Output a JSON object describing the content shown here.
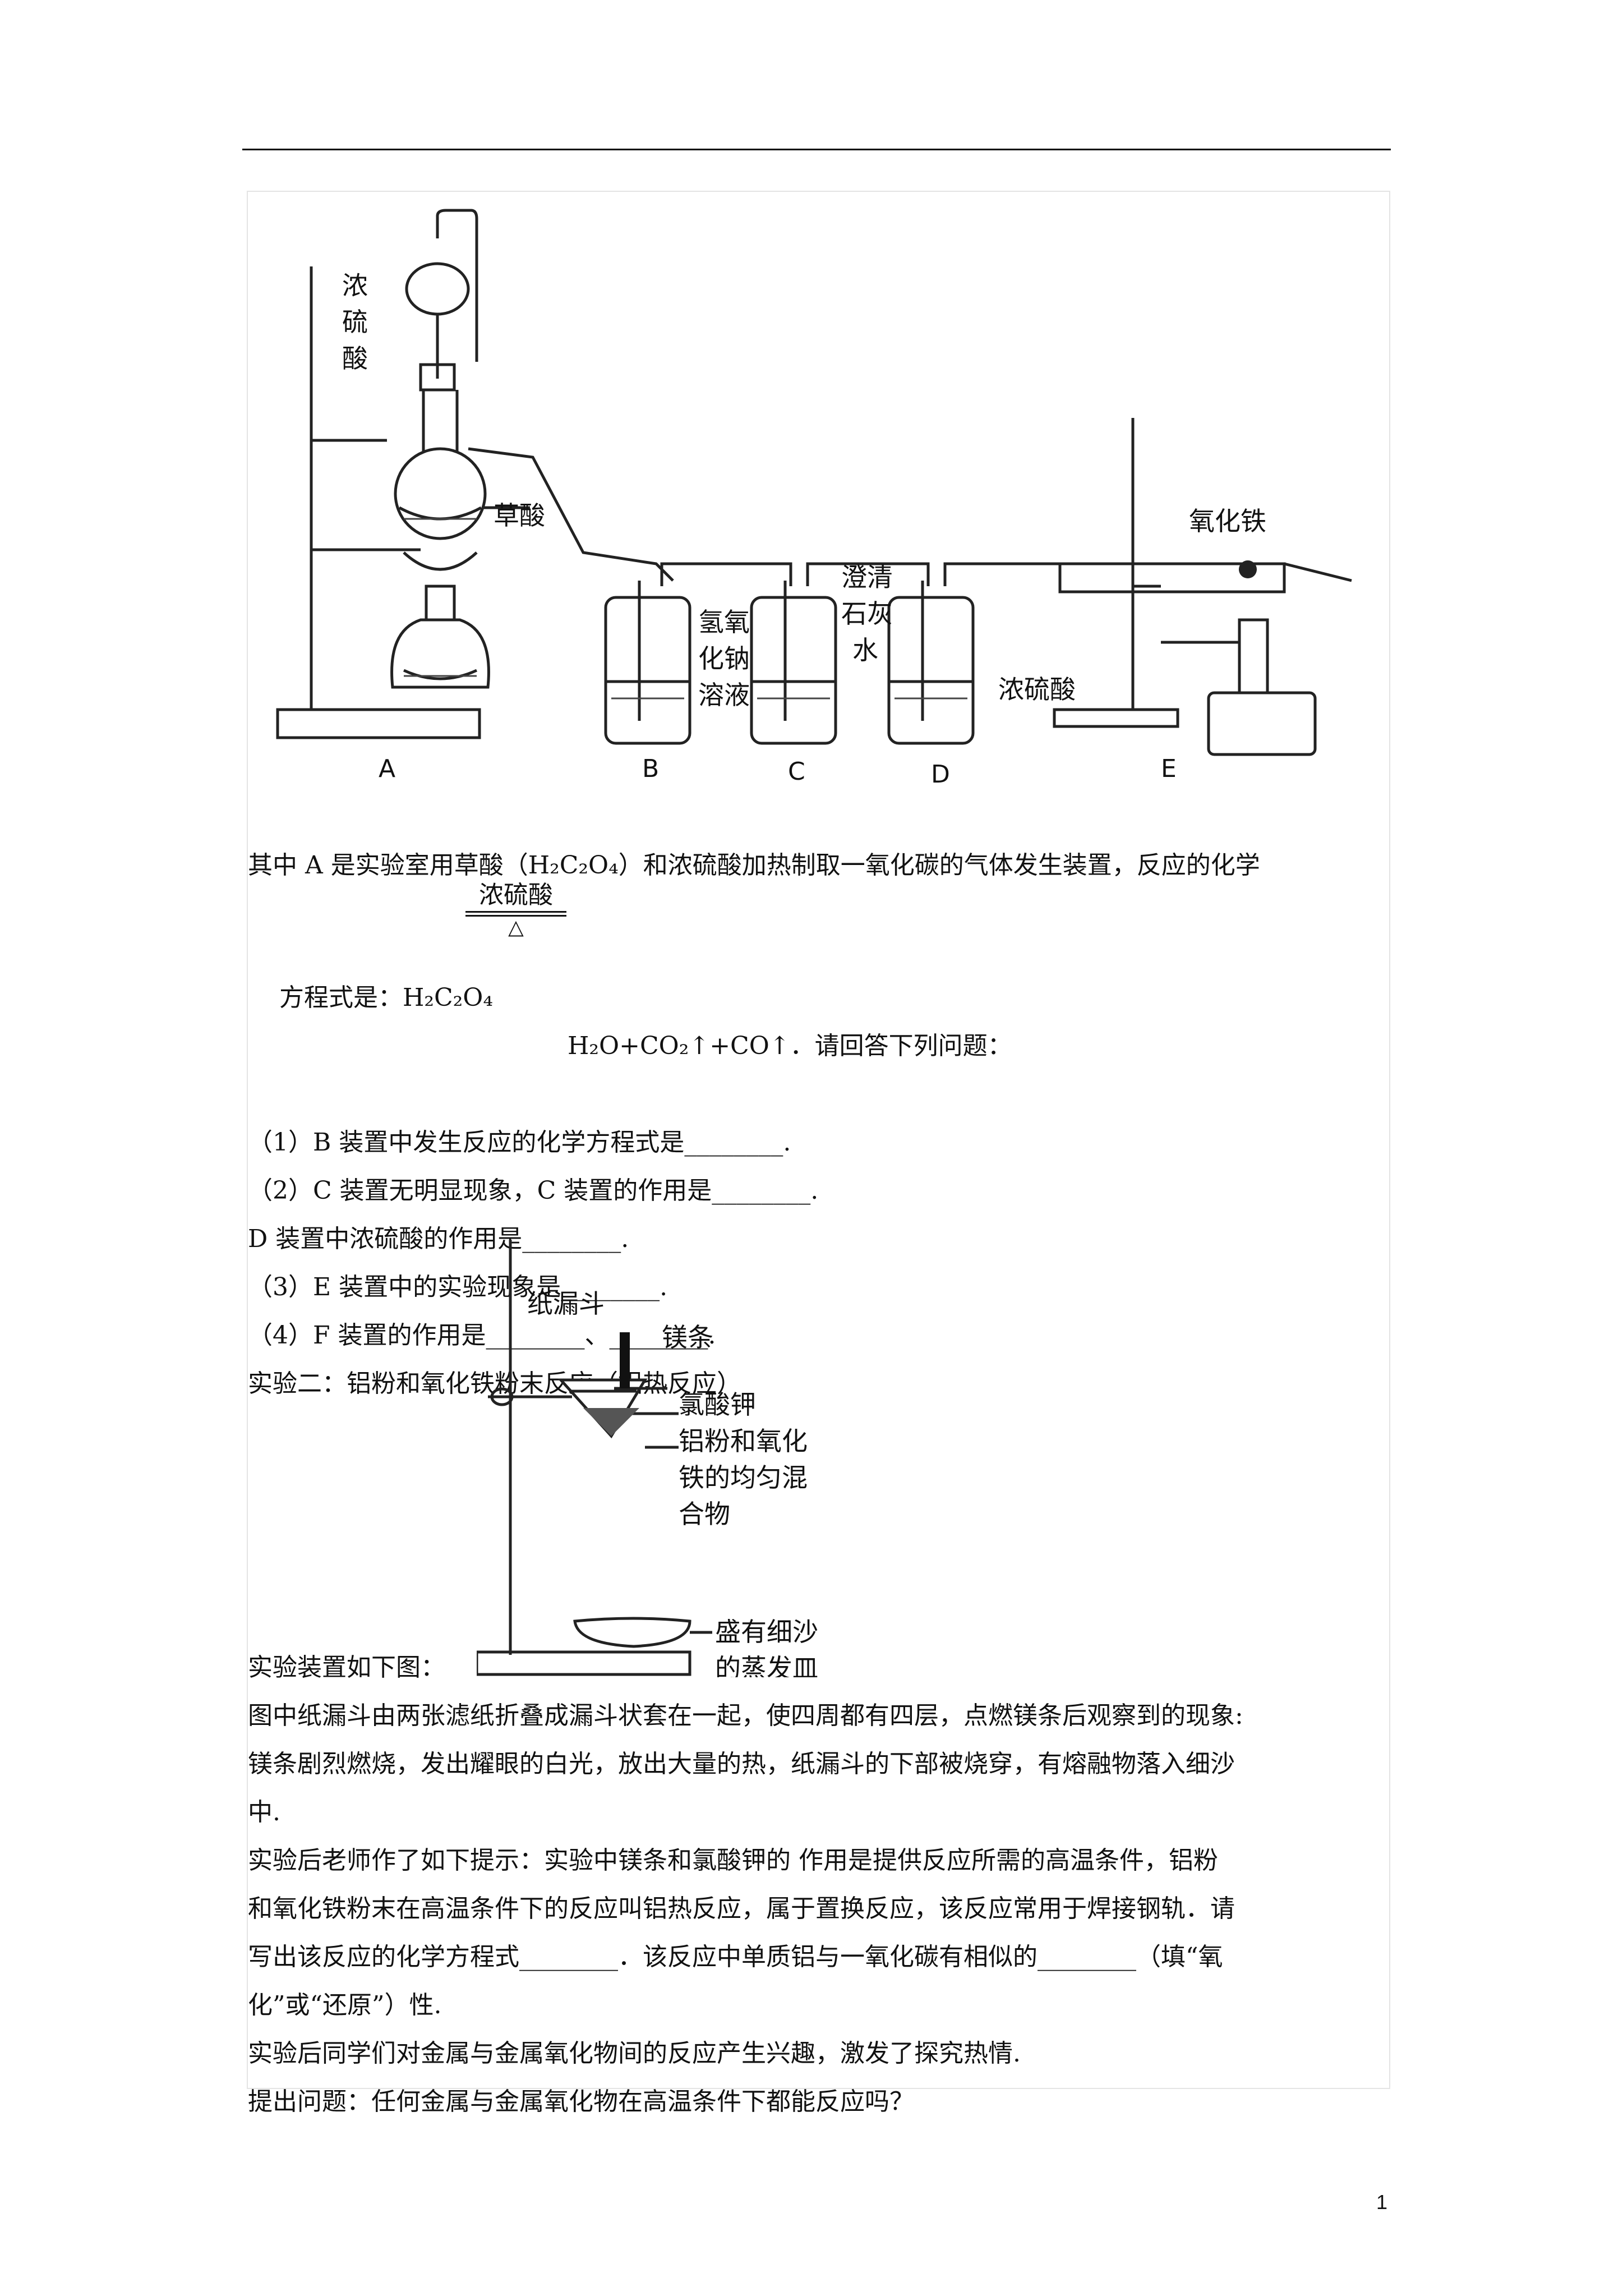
{
  "figure1": {
    "label_acid": "浓\n硫\n酸",
    "label_oxalic": "草酸",
    "label_naoh": "氢氧\n化钠\n溶液",
    "label_limewater": "澄清\n石灰\n水",
    "label_conc_acid_d": "浓硫酸",
    "label_fe2o3": "氧化铁",
    "letters": [
      "A",
      "B",
      "C",
      "D",
      "E"
    ]
  },
  "text": {
    "intro": "其中 A 是实验室用草酸（H₂C₂O₄）和浓硫酸加热制取一氧化碳的气体发生装置，反应的化学",
    "eq_condition_top": "浓硫酸",
    "eq_condition_bottom": "△",
    "eq_line": "方程式是：H₂C₂O₄",
    "eq_products": "H₂O+CO₂↑+CO↑．请回答下列问题：",
    "q1": "（1）B 装置中发生反应的化学方程式是________.",
    "q2": "（2）C 装置无明显现象，C 装置的作用是________.",
    "q2b": "D 装置中浓硫酸的作用是________.",
    "q3": "（3）E 装置中的实验现象是________.",
    "q4": "（4）F 装置的作用是________、________.",
    "exp2_title": "实验二：铝粉和氧化铁粉末反应（铝热反应）",
    "apparatus_caption": "实验装置如下图：",
    "p1": "图中纸漏斗由两张滤纸折叠成漏斗状套在一起，使四周都有四层，点燃镁条后观察到的现象:",
    "p2": "镁条剧烈燃烧，发出耀眼的白光，放出大量的热，纸漏斗的下部被烧穿，有熔融物落入细沙",
    "p3": "中.",
    "p4": "实验后老师作了如下提示：实验中镁条和氯酸钾的 作用是提供反应所需的高温条件，铝粉",
    "p5": "和氧化铁粉末在高温条件下的反应叫铝热反应，属于置换反应，该反应常用于焊接钢轨．请",
    "p6": "写出该反应的化学方程式________．该反应中单质铝与一氧化碳有相似的________（填“氧",
    "p7": "化”或“还原”）性.",
    "p8": "实验后同学们对金属与金属氧化物间的反应产生兴趣，激发了探究热情.",
    "p9": "提出问题：任何金属与金属氧化物在高温条件下都能反应吗？"
  },
  "figure2": {
    "label_funnel": "纸漏斗",
    "label_mg": "镁条",
    "label_kclo3": "氯酸钾",
    "label_mix": "铝粉和氧化\n铁的均匀混\n合物",
    "label_dish": "盛有细沙\n的蒸发皿"
  },
  "page_number": "1"
}
